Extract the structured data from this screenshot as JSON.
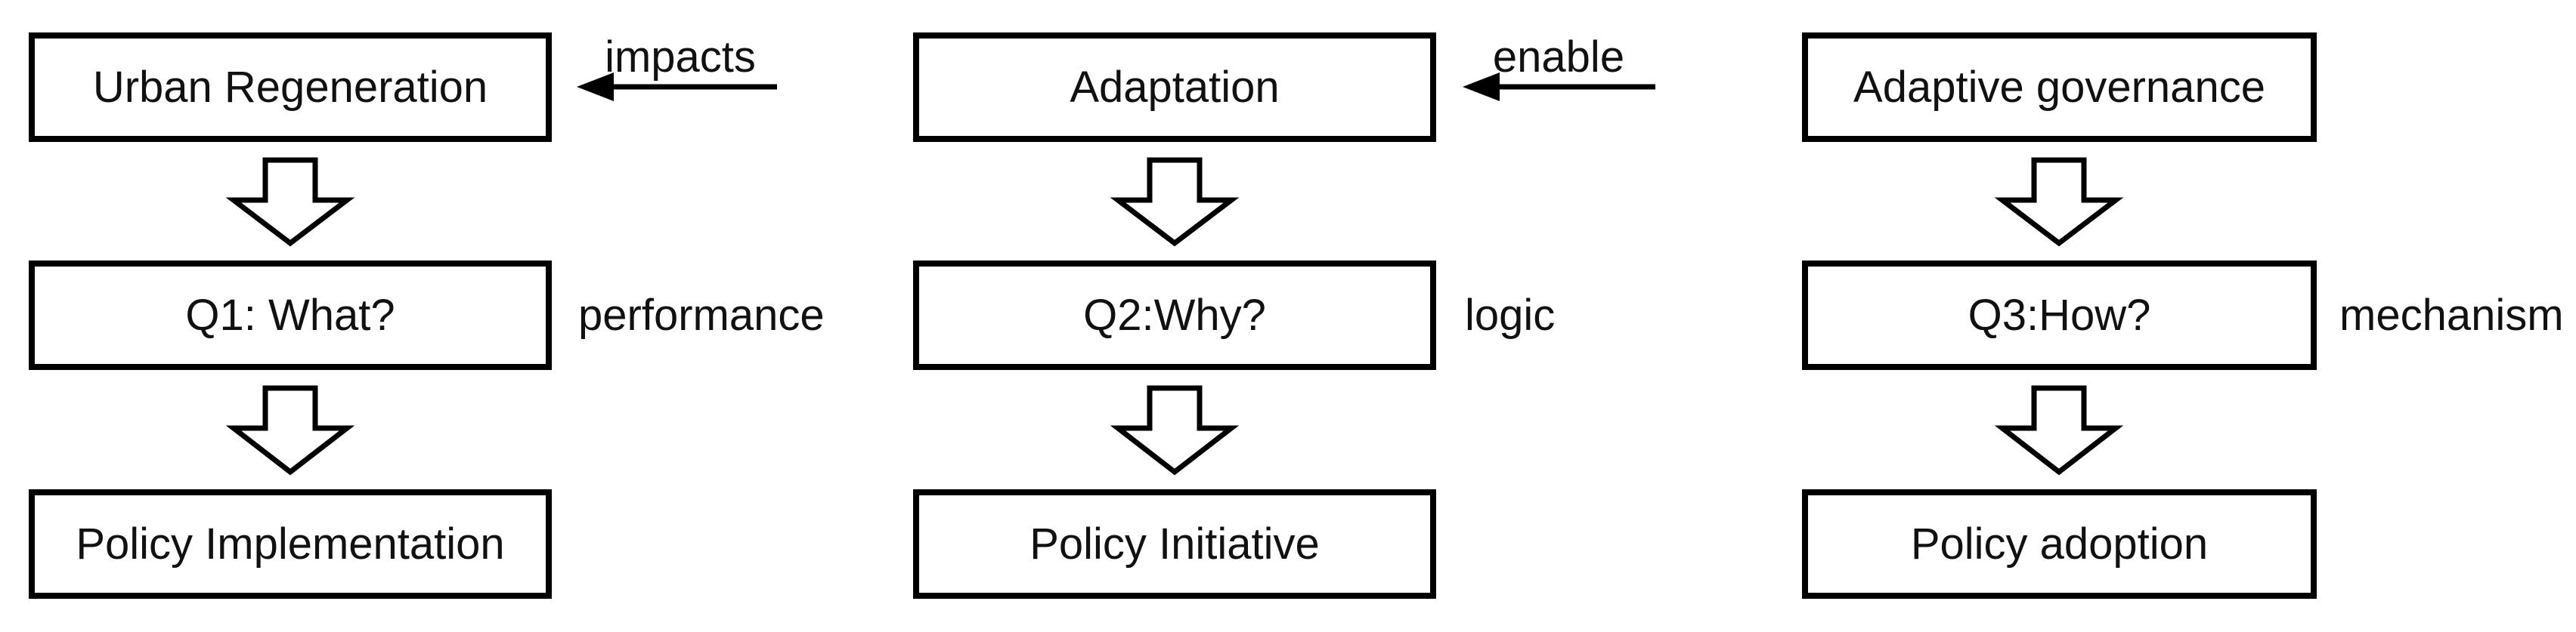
{
  "background_color": "#ffffff",
  "stroke_color": "#000000",
  "text_color": "#111111",
  "diagram": {
    "columns": [
      {
        "top_box": "Urban Regeneration",
        "middle_box": "Q1: What?",
        "middle_side_label": "performance",
        "bottom_box": "Policy Implementation"
      },
      {
        "top_box": "Adaptation",
        "middle_box": "Q2:Why?",
        "middle_side_label": "logic",
        "bottom_box": "Policy Initiative"
      },
      {
        "top_box": "Adaptive governance",
        "middle_box": "Q3:How?",
        "middle_side_label": "mechanism",
        "bottom_box": "Policy adoption"
      }
    ],
    "horizontal_arrows": [
      {
        "label": "impacts",
        "from": "Adaptation",
        "to": "Urban Regeneration",
        "direction": "left"
      },
      {
        "label": "enable",
        "from": "Adaptive governance",
        "to": "Adaptation",
        "direction": "left"
      }
    ]
  }
}
